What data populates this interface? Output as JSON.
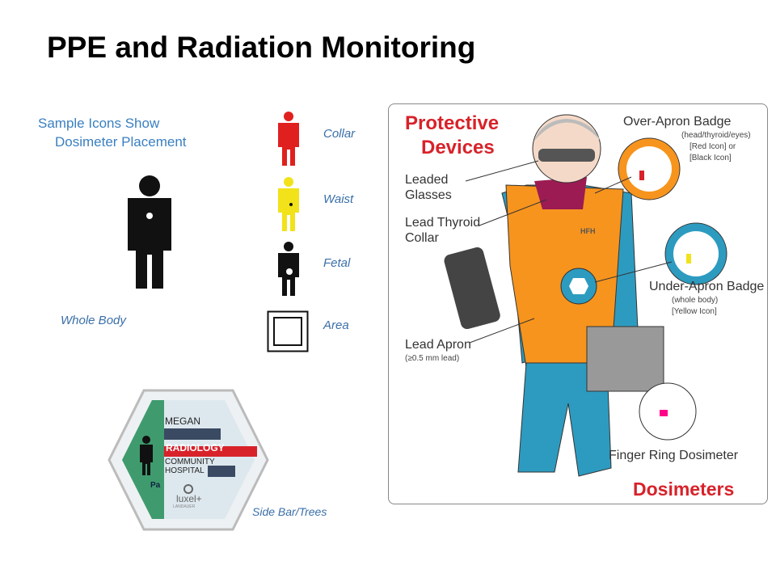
{
  "title": "PPE and Radiation Monitoring",
  "left": {
    "heading_line1": "Sample Icons Show",
    "heading_line2": "Dosimeter Placement",
    "whole_body": "Whole Body",
    "icons": [
      {
        "label": "Collar",
        "color": "#e0201e"
      },
      {
        "label": "Waist",
        "color": "#f2e21a"
      },
      {
        "label": "Fetal",
        "color": "#111111"
      },
      {
        "label": "Area",
        "color": "#111111"
      }
    ],
    "badge": {
      "name": "MEGAN",
      "department": "RADIOLOGY",
      "hospital_line1": "COMMUNITY",
      "hospital_line2": "HOSPITAL",
      "code": "Pa",
      "brand": "luxel+",
      "brand_sub": "LANDAUER"
    },
    "side_bar": "Side Bar/Trees"
  },
  "right": {
    "title_line1": "Protective",
    "title_line2": "Devices",
    "leaded_glasses": [
      "Leaded",
      "Glasses"
    ],
    "thyroid_collar": [
      "Lead Thyroid",
      "Collar"
    ],
    "lead_apron": "Lead Apron",
    "lead_apron_note": "(≥0.5 mm lead)",
    "over_apron": "Over-Apron Badge",
    "over_apron_notes": [
      "(head/thyroid/eyes)",
      "[Red Icon] or",
      "[Black Icon]"
    ],
    "under_apron": "Under-Apron Badge",
    "under_apron_notes": [
      "(whole body)",
      "[Yellow Icon]"
    ],
    "apron_text": "HFH",
    "finger_ring": "Finger Ring Dosimeter",
    "dosimeters": "Dosimeters"
  }
}
